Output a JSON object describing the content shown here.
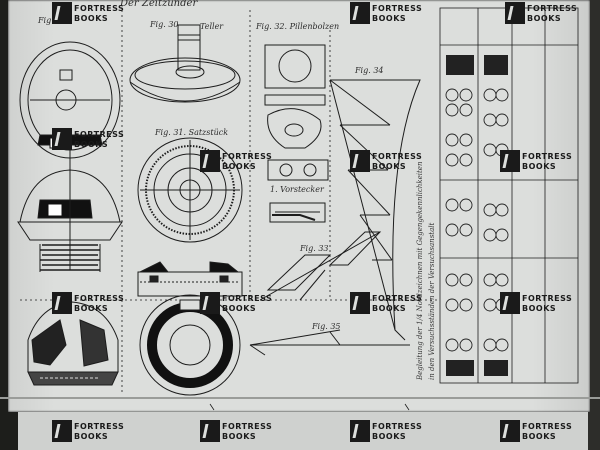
{
  "plate": {
    "header": "Der Zeitzünder",
    "fig_labels": {
      "f29": "Fig. 29",
      "f30": "Fig. 30",
      "f31": "Fig. 31. Satzstück",
      "f32": "Fig. 32. Pillenbolzen",
      "f33": "Fig. 33",
      "f34": "Fig. 34",
      "f35": "Fig. 35",
      "teller": "Teller",
      "vorstecker": "1. Vorstecker"
    },
    "side_text": [
      "Begleitung der 1/4 Nordzeichnen mit Gegengekennlichkeiten",
      "in den Versuchsständen der Versuchsanstalt"
    ]
  },
  "watermark": {
    "line1": "FORTRESS",
    "line2": "BOOKS"
  },
  "colors": {
    "paper": "#dcdedc",
    "ink": "#1d1d1d",
    "background": "#2d2d2a"
  }
}
